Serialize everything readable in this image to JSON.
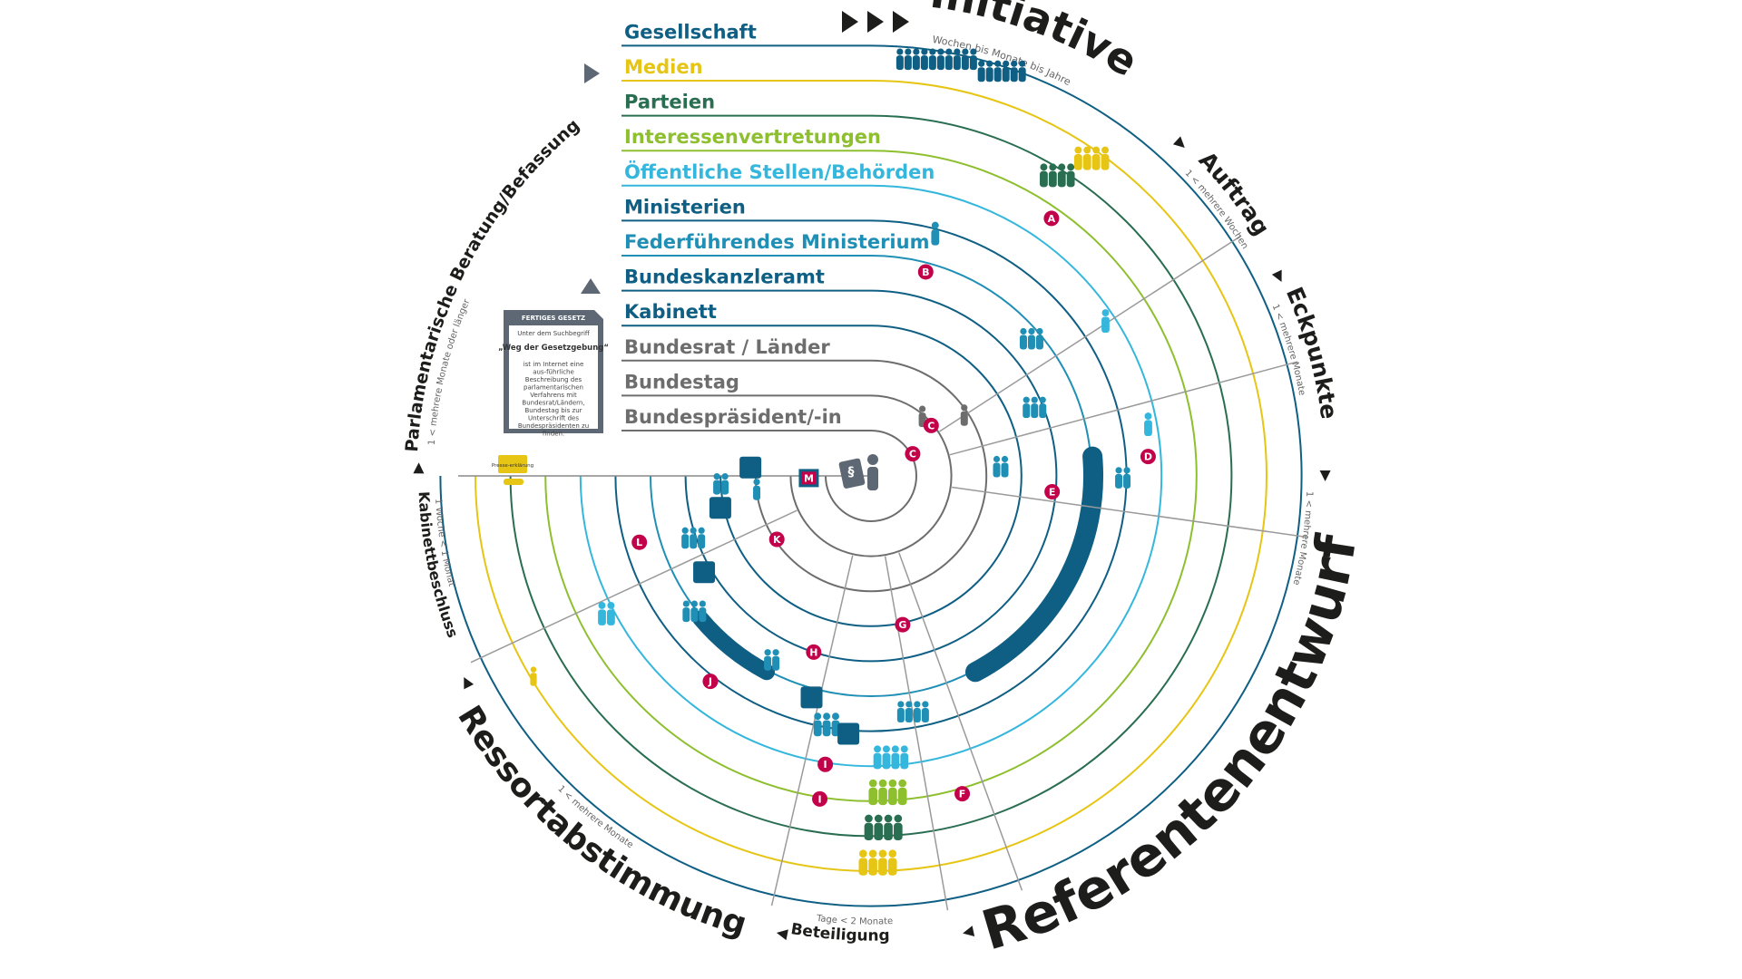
{
  "colors": {
    "navy": "#0f5f84",
    "teal": "#1f8fb5",
    "cyan": "#35b7dd",
    "lime": "#8dbf2e",
    "yellow": "#e6c514",
    "darkgreen": "#2a6e52",
    "grey": "#6d6d6d",
    "badge": "#c3004a",
    "card": "#5d6874"
  },
  "rings": [
    {
      "label": "Gesellschaft",
      "color": "#0f5f84"
    },
    {
      "label": "Medien",
      "color": "#e6c514"
    },
    {
      "label": "Parteien",
      "color": "#2a6e52"
    },
    {
      "label": "Interessenvertretungen",
      "color": "#8dbf2e"
    },
    {
      "label": "Öffentliche Stellen/Behörden",
      "color": "#35b7dd"
    },
    {
      "label": "Ministerien",
      "color": "#0f5f84"
    },
    {
      "label": "Federführendes Ministerium",
      "color": "#1f8fb5"
    },
    {
      "label": "Bundeskanzleramt",
      "color": "#0f5f84"
    },
    {
      "label": "Kabinett",
      "color": "#0f5f84"
    },
    {
      "label": "Bundesrat / Länder",
      "color": "#6d6d6d"
    },
    {
      "label": "Bundestag",
      "color": "#6d6d6d"
    },
    {
      "label": "Bundespräsident/-in",
      "color": "#6d6d6d"
    }
  ],
  "phases": [
    {
      "name": "Initiative",
      "duration": "Wochen bis Monate bis Jahre"
    },
    {
      "name": "Auftrag",
      "duration": "1 < mehrere Wochen"
    },
    {
      "name": "Eckpunkte",
      "duration": "1 < mehrere Monate"
    },
    {
      "name": "Referentenentwurf",
      "duration": "1 < mehrere Monate"
    },
    {
      "name": "Beteiligung",
      "duration": "Tage < 2 Monate"
    },
    {
      "name": "Ressortabstimmung",
      "duration": "1 < mehrere Monate"
    },
    {
      "name": "Kabinettbeschluss",
      "duration": "1 Woche < 1 Monat"
    },
    {
      "name": "Parlamentarische Beratung/Befassung",
      "duration": "1 < mehrere Monate oder länger"
    }
  ],
  "badges": [
    "A",
    "B",
    "C",
    "C",
    "D",
    "E",
    "F",
    "G",
    "H",
    "I",
    "I",
    "J",
    "K",
    "L",
    "M"
  ],
  "info_card": {
    "header": "FERTIGES GESETZ",
    "intro": "Unter dem Suchbegriff",
    "term": "„Weg der Gesetzgebung“",
    "body": "ist im Internet eine aus-führliche Beschreibung des parlamentarischen Verfahrens mit Bundesrat/Ländern, Bundestag bis zur Unterschrift des Bundespräsidenten zu finden."
  },
  "press_tag": "Presse-erklärung",
  "law_symbol": "§"
}
